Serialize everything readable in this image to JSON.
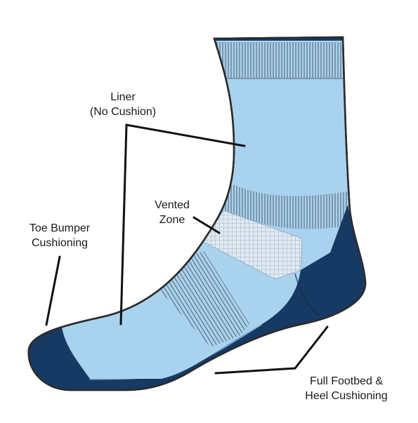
{
  "callouts": {
    "liner": {
      "line1": "Liner",
      "line2": "(No Cushion)"
    },
    "vented": {
      "line1": "Vented",
      "line2": "Zone"
    },
    "toe": {
      "line1": "Toe Bumper",
      "line2": "Cushioning"
    },
    "footbed": {
      "line1": "Full Footbed &",
      "line2": "Heel Cushioning"
    }
  },
  "colors": {
    "sock_light": "#a9d2ee",
    "sock_dark": "#173a64",
    "outline": "#2b2b2b",
    "ribbing": "#6c7d8c",
    "mesh": "#c9d9e6"
  }
}
